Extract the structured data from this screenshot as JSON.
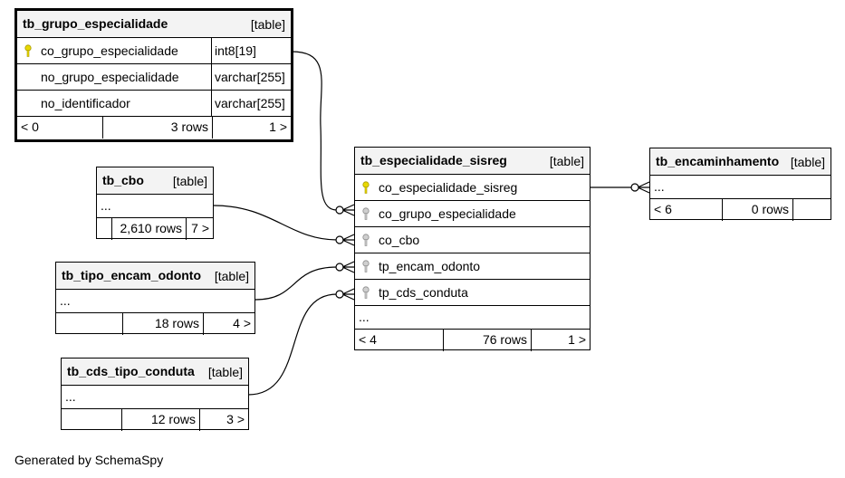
{
  "tables": {
    "grupo": {
      "name": "tb_grupo_especialidade",
      "type": "[table]",
      "columns": [
        {
          "name": "co_grupo_especialidade",
          "type": "int8[19]",
          "key": "primary"
        },
        {
          "name": "no_grupo_especialidade",
          "type": "varchar[255]",
          "key": ""
        },
        {
          "name": "no_identificador",
          "type": "varchar[255]",
          "key": ""
        }
      ],
      "footer": {
        "left": "< 0",
        "rows": "3 rows",
        "right": "1 >"
      }
    },
    "cbo": {
      "name": "tb_cbo",
      "type": "[table]",
      "ellipsis": "...",
      "footer": {
        "left": "",
        "rows": "2,610 rows",
        "right": "7 >"
      }
    },
    "odonto": {
      "name": "tb_tipo_encam_odonto",
      "type": "[table]",
      "ellipsis": "...",
      "footer": {
        "left": "",
        "rows": "18 rows",
        "right": "4 >"
      }
    },
    "conduta": {
      "name": "tb_cds_tipo_conduta",
      "type": "[table]",
      "ellipsis": "...",
      "footer": {
        "left": "",
        "rows": "12 rows",
        "right": "3 >"
      }
    },
    "sisreg": {
      "name": "tb_especialidade_sisreg",
      "type": "[table]",
      "columns": [
        {
          "name": "co_especialidade_sisreg",
          "key": "primary"
        },
        {
          "name": "co_grupo_especialidade",
          "key": "foreign"
        },
        {
          "name": "co_cbo",
          "key": "foreign"
        },
        {
          "name": "tp_encam_odonto",
          "key": "foreign"
        },
        {
          "name": "tp_cds_conduta",
          "key": "foreign"
        }
      ],
      "ellipsis": "...",
      "footer": {
        "left": "< 4",
        "rows": "76 rows",
        "right": "1 >"
      }
    },
    "encaminhamento": {
      "name": "tb_encaminhamento",
      "type": "[table]",
      "ellipsis": "...",
      "footer": {
        "left": "< 6",
        "rows": "0 rows",
        "right": ""
      }
    }
  },
  "colors": {
    "primary_key": "#e8d800",
    "foreign_key": "#9a9a9a",
    "header_bg": "#f3f3f3",
    "line": "#000000"
  },
  "generated_by": "Generated by SchemaSpy"
}
